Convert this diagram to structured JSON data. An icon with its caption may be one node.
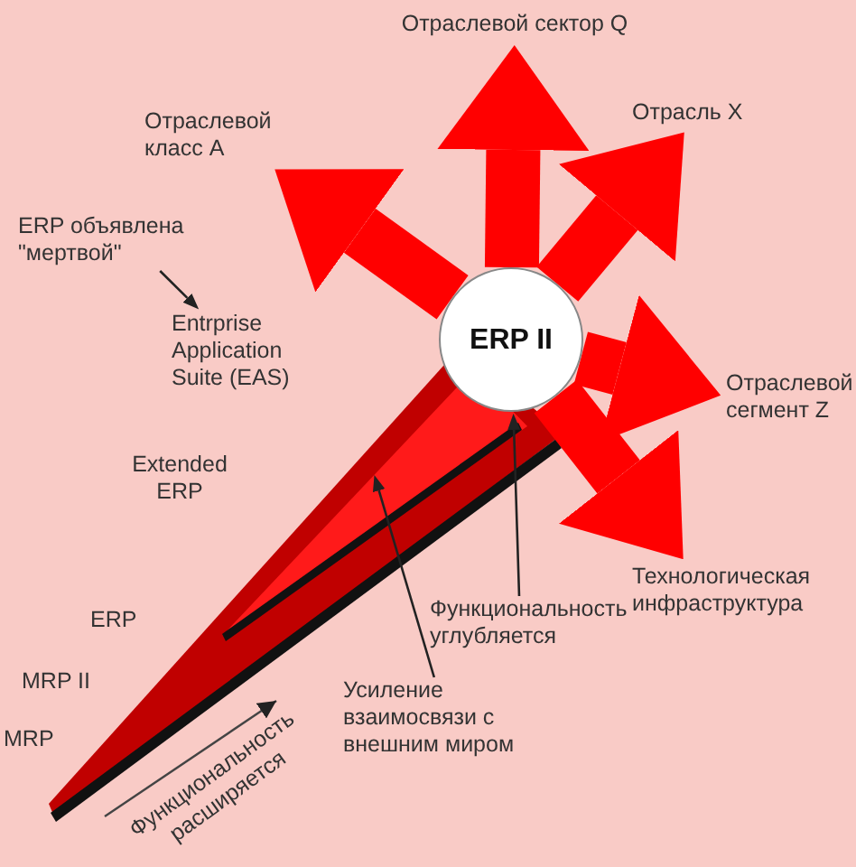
{
  "diagram": {
    "nodes": [
      {
        "text": [
          "ERP II"
        ]
      },
      {
        "text": [
          "Отраслевой класс A"
        ]
      },
      {
        "text": [
          "Отраслевой сектор Q"
        ]
      },
      {
        "text": [
          "Отрасль X"
        ]
      },
      {
        "text": [
          "Отраслевой сегмент Z"
        ]
      },
      {
        "text": [
          "Технологическая инфраструктура"
        ]
      },
      {
        "text": [
          "ERP объявлена \"мертвой\""
        ]
      },
      {
        "text": [
          "Entrprise Application Suite (EAS)"
        ]
      },
      {
        "text": [
          "Функциональность углубляется"
        ]
      },
      {
        "text": [
          "Усиление взаимосвязи с внешним миром"
        ]
      }
    ],
    "edges": [
      {
        "from": 0,
        "to": 1,
        "arrow": "to"
      },
      {
        "from": 0,
        "to": 2,
        "arrow": "to"
      },
      {
        "from": 0,
        "to": 3,
        "arrow": "to"
      },
      {
        "from": 0,
        "to": 4,
        "arrow": "to"
      },
      {
        "from": 0,
        "to": 5,
        "arrow": "to"
      },
      {
        "from": 6,
        "to": 7,
        "arrow": "to",
        "color": "#222222"
      },
      {
        "from": 8,
        "to": 0,
        "arrow": "to",
        "color": "#222222"
      },
      {
        "from": 9,
        "to": null,
        "arrow": "to",
        "color": "#222222"
      }
    ],
    "labels": [
      "Extended ERP",
      "ERP",
      "MRP II",
      "MRP",
      "Функциональность расширяется"
    ]
  }
}
